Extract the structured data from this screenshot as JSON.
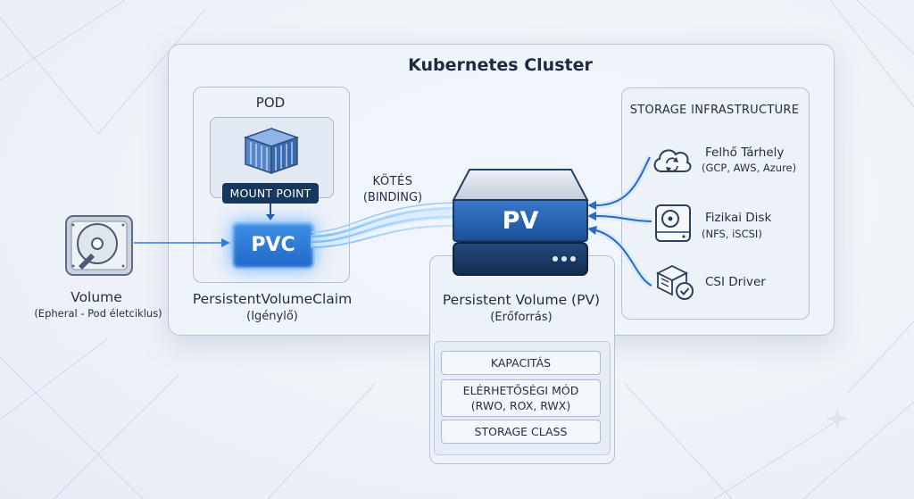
{
  "cluster": {
    "title": "Kubernetes Cluster"
  },
  "pod": {
    "title": "POD",
    "mount_point": "MOUNT POINT",
    "pvc_label": "PVC",
    "caption": "PersistentVolumeClaim",
    "caption_sub": "(Igénylő)"
  },
  "volume": {
    "caption": "Volume",
    "caption_sub": "(Epheral - Pod életciklus)"
  },
  "binding": {
    "line1": "KÖTÉS",
    "line2": "(BINDING)"
  },
  "pv": {
    "label": "PV",
    "caption": "Persistent Volume (PV)",
    "caption_sub": "(Erőforrás)",
    "properties": {
      "capacity": "KAPACITÁS",
      "access_mode": "ELÉRHETŐSÉGI MÓD",
      "access_mode_sub": "(RWO, ROX, RWX)",
      "storage_class": "STORAGE CLASS"
    }
  },
  "storage": {
    "title": "STORAGE INFRASTRUCTURE",
    "items": [
      {
        "name": "Felhő Tárhely",
        "sub": "(GCP, AWS, Azure)",
        "icon": "cloud-sync-icon"
      },
      {
        "name": "Fizikai Disk",
        "sub": "(NFS, iSCSI)",
        "icon": "disk-drive-icon"
      },
      {
        "name": "CSI Driver",
        "sub": "",
        "icon": "csi-driver-icon"
      }
    ]
  },
  "colors": {
    "pvc_blue": "#2a79d8",
    "pv_navy": "#17375f",
    "arrow_blue": "#1f5fb8",
    "glow": "#6fb8ff"
  }
}
